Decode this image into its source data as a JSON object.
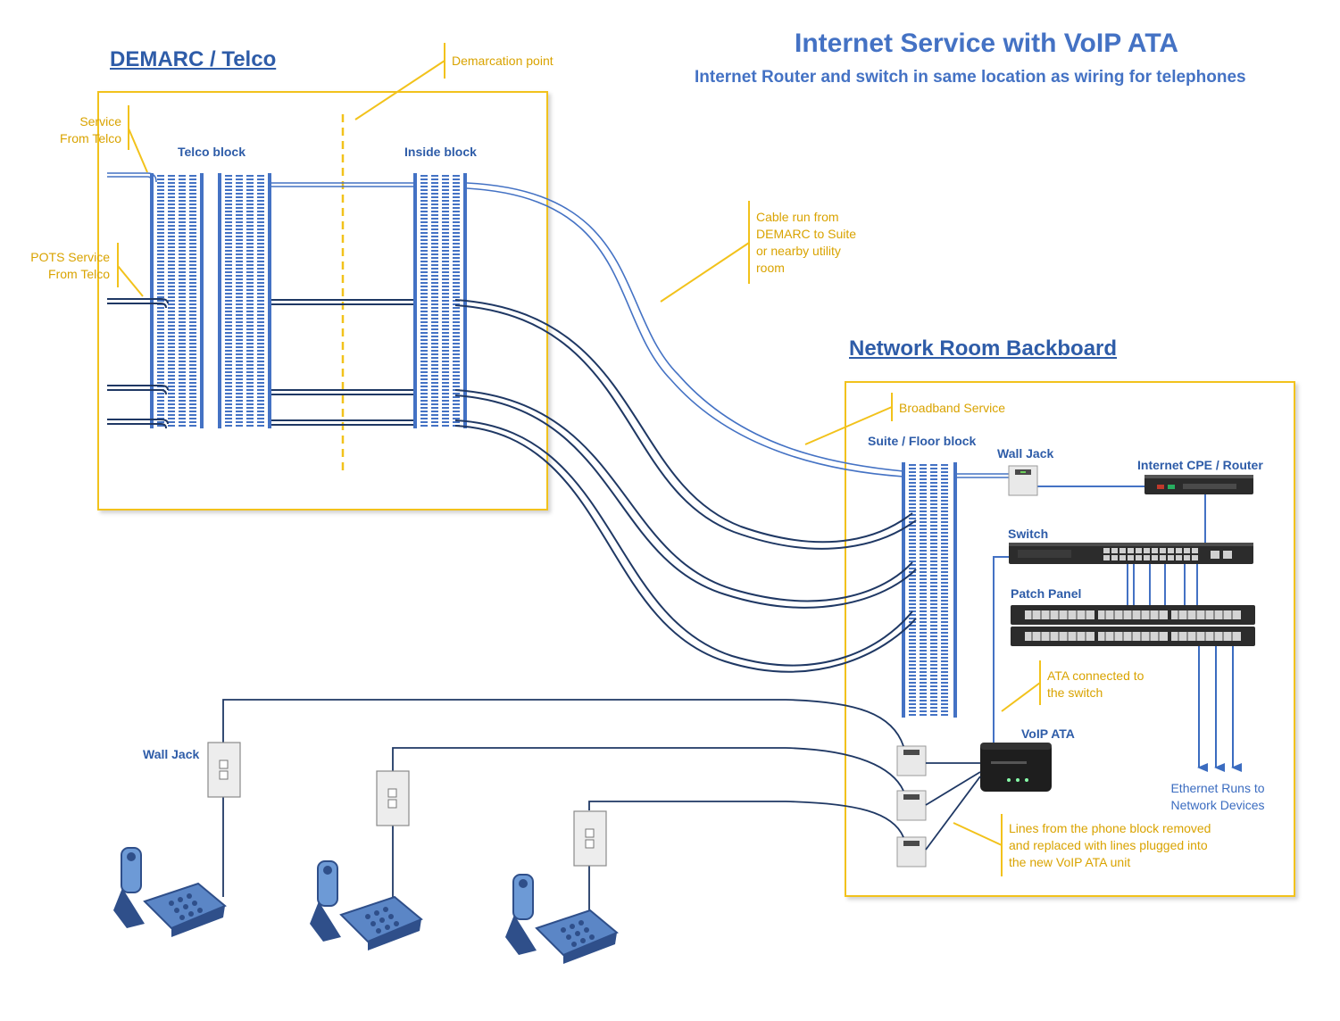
{
  "title": "Internet Service with VoIP ATA",
  "subtitle": "Internet Router and switch in same location as wiring for telephones",
  "demarc": {
    "heading": "DEMARC / Telco",
    "telco_block": "Telco block",
    "inside_block": "Inside block",
    "demarcation_point": "Demarcation point",
    "service_from_telco": [
      "Service",
      "From Telco"
    ],
    "pots_service": [
      "POTS Service",
      "From Telco"
    ]
  },
  "cable_run": [
    "Cable run from",
    "DEMARC to Suite",
    "or nearby utility",
    "room"
  ],
  "network_room": {
    "heading": "Network Room Backboard",
    "broadband_service": "Broadband Service",
    "suite_floor_block": "Suite / Floor block",
    "wall_jack": "Wall Jack",
    "router": "Internet CPE / Router",
    "switch": "Switch",
    "patch_panel": "Patch Panel",
    "ata_connected": [
      "ATA connected to",
      "the switch"
    ],
    "voip_ata": "VoIP ATA",
    "ethernet_runs": [
      "Ethernet Runs to",
      "Network Devices"
    ],
    "lines_note": [
      "Lines from the phone block removed",
      "and replaced with lines plugged into",
      "the new VoIP ATA unit"
    ]
  },
  "phones": {
    "wall_jack": "Wall Jack"
  },
  "colors": {
    "accent_blue": "#4472c4",
    "dark_blue": "#1f3864",
    "mid_blue": "#3b6cc0",
    "yellow": "#f2c21b",
    "note_text": "#d9a300"
  },
  "icons": [
    "telephone-icon",
    "wall-jack-icon",
    "router-icon",
    "switch-icon",
    "patch-panel-icon",
    "voip-ata-icon",
    "arrow-down-icon"
  ]
}
